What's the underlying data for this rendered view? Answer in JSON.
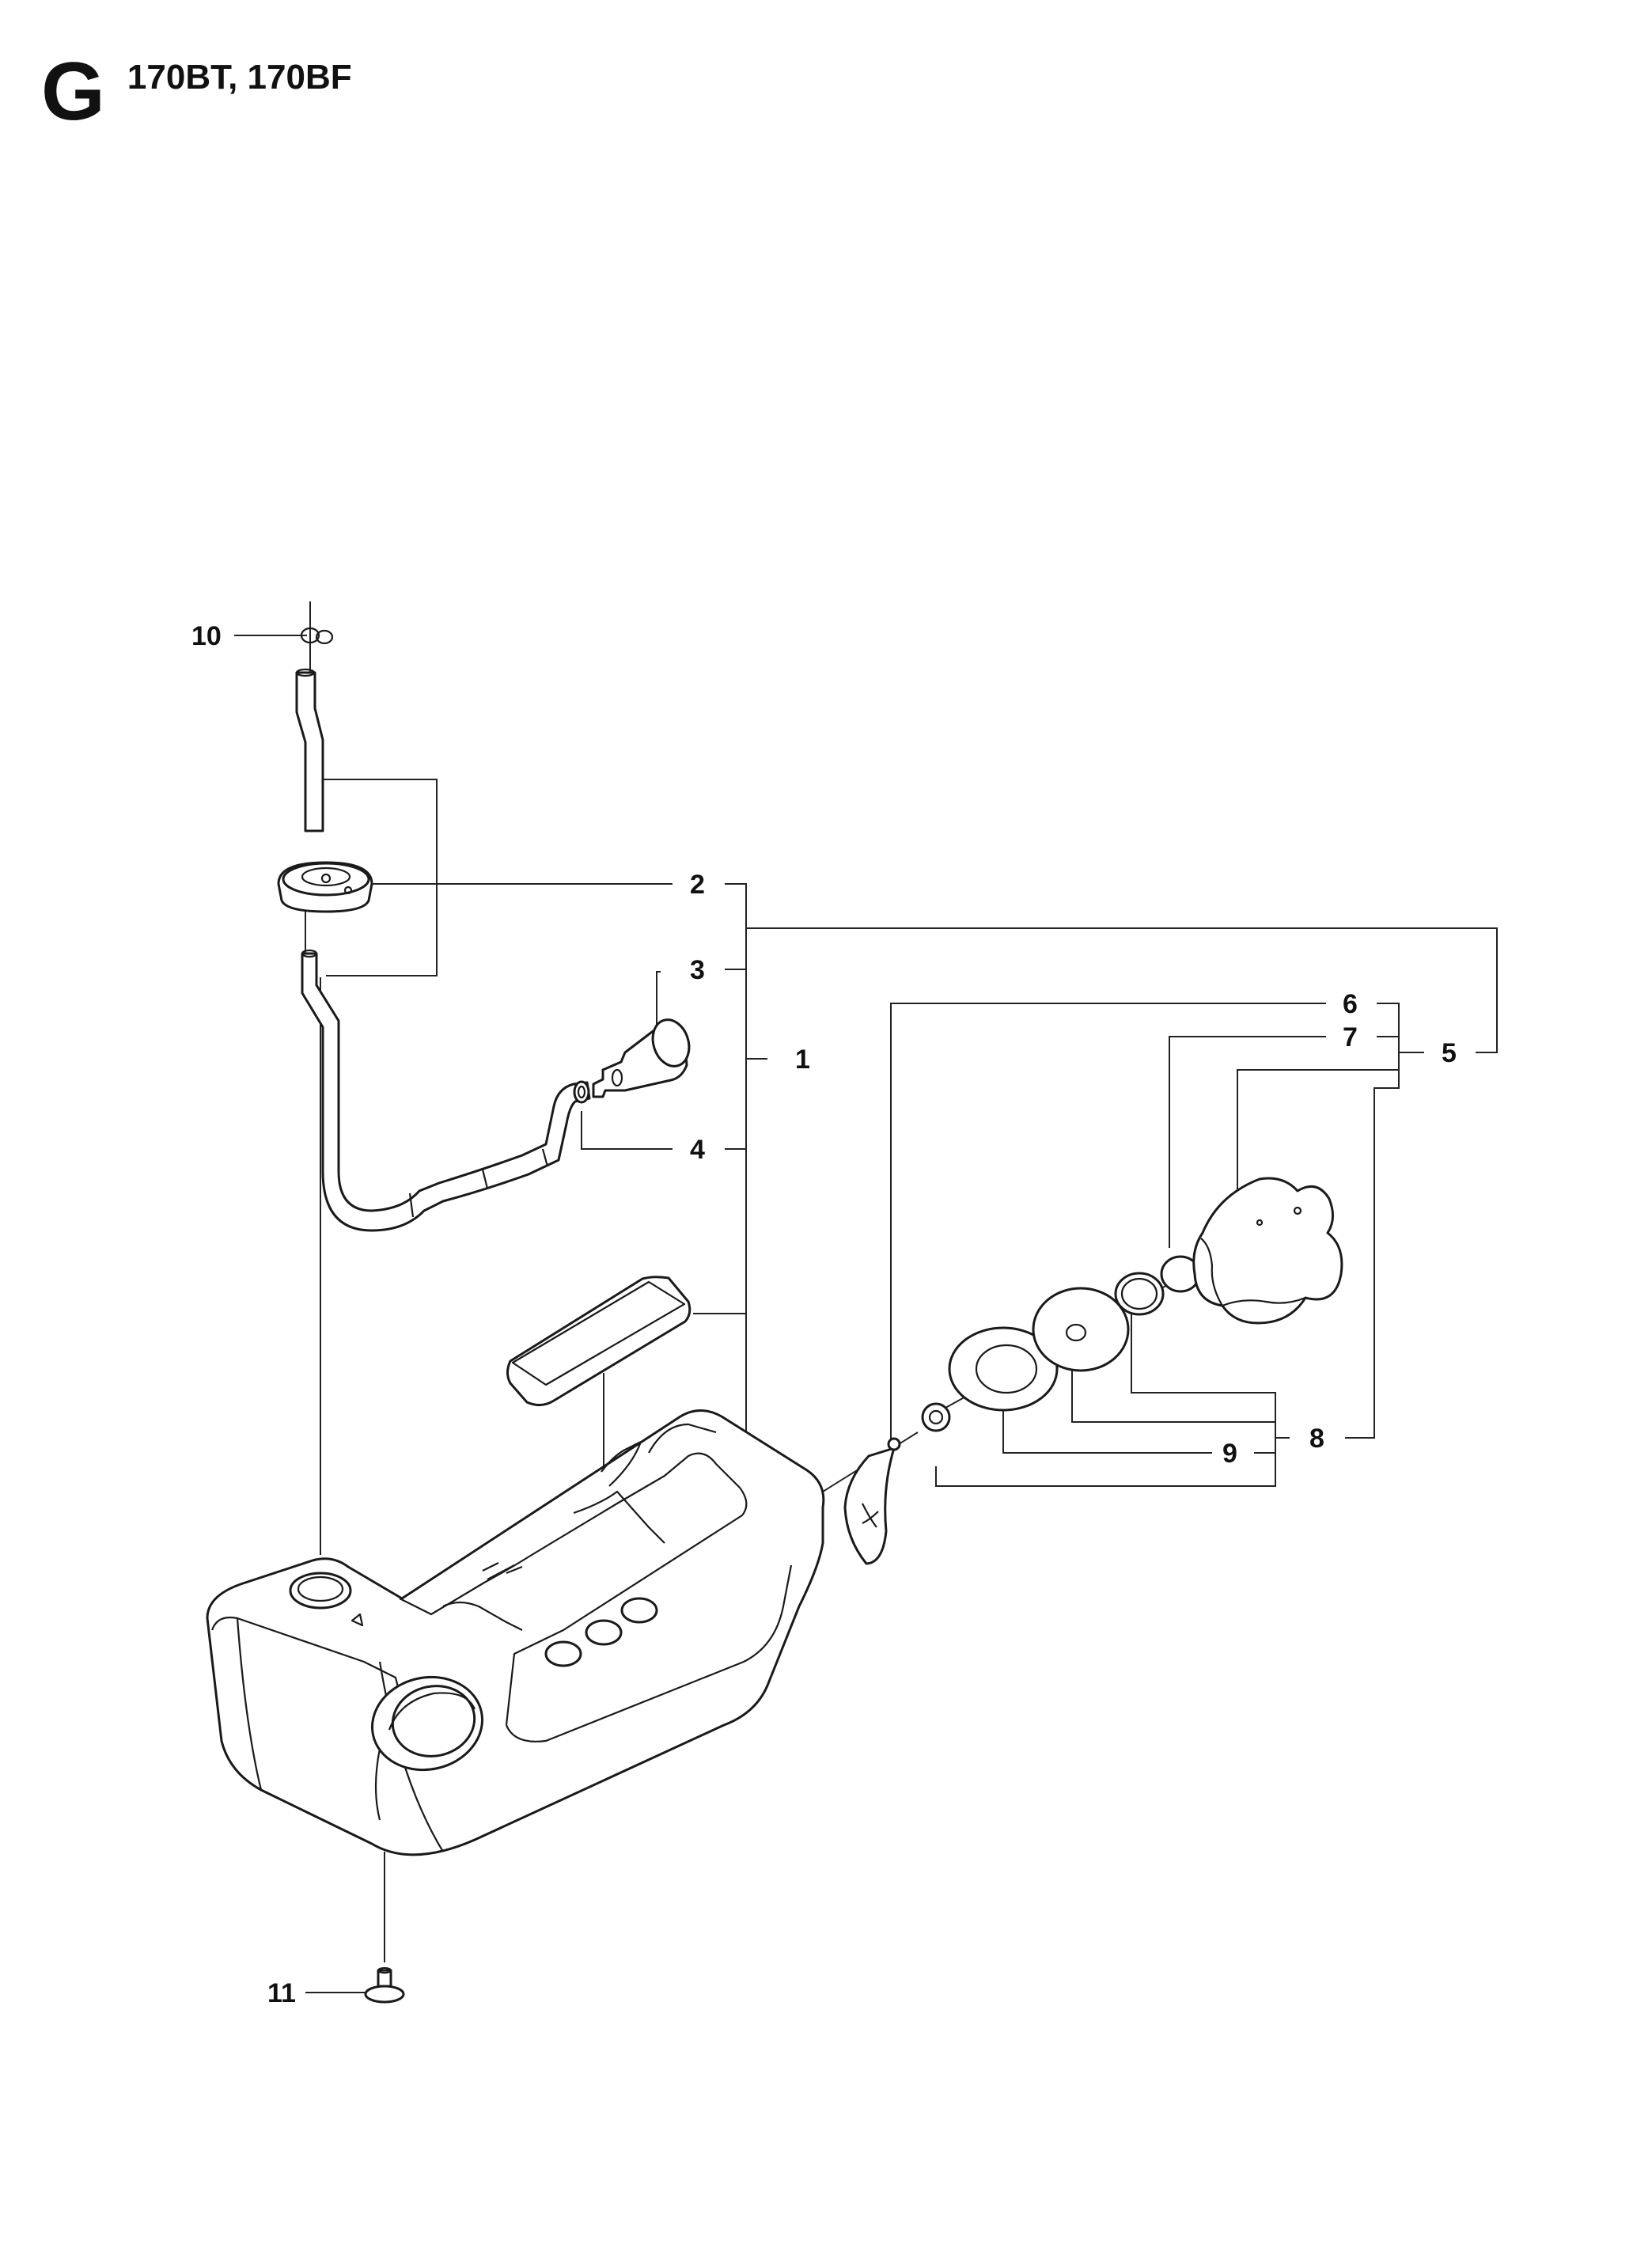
{
  "header": {
    "section_letter": "G",
    "models": "170BT, 170BF"
  },
  "callouts": [
    {
      "id": "10",
      "label": "10"
    },
    {
      "id": "2",
      "label": "2"
    },
    {
      "id": "3",
      "label": "3"
    },
    {
      "id": "1",
      "label": "1"
    },
    {
      "id": "4",
      "label": "4"
    },
    {
      "id": "6",
      "label": "6"
    },
    {
      "id": "7",
      "label": "7"
    },
    {
      "id": "5",
      "label": "5"
    },
    {
      "id": "8",
      "label": "8"
    },
    {
      "id": "9",
      "label": "9"
    },
    {
      "id": "11",
      "label": "11"
    }
  ],
  "parts": [
    "fuel-tank",
    "tank-pad",
    "fuel-hose",
    "grommet",
    "fuel-filter",
    "hose-clip",
    "fuel-cap",
    "cap-gasket",
    "cap-retainer-ring",
    "cap-valve",
    "cap-strap",
    "clamp",
    "tank-foot"
  ]
}
